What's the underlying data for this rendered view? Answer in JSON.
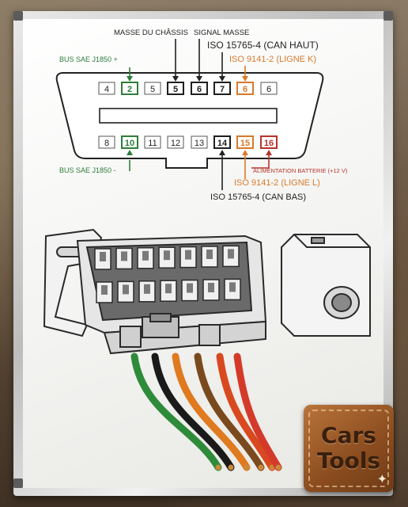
{
  "labels": {
    "masse_chassis": "MASSE DU CHÂSSIS",
    "signal_masse": "SIGNAL MASSE",
    "iso_can_haut": "ISO 15765-4 (CAN HAUT)",
    "iso_ligne_k": "ISO 9141-2 (LIGNE K)",
    "bus_j1850_plus": "BUS SAE J1850 +",
    "bus_j1850_minus": "BUS SAE J1850 -",
    "alimentation": "ALIMENTATION BATTERIE (+12 V)",
    "iso_ligne_l": "ISO 9141-2 (LIGNE L)",
    "iso_can_bas": "ISO 15765-4 (CAN BAS)"
  },
  "top_pins": [
    {
      "num": "4",
      "style": "plain"
    },
    {
      "num": "2",
      "style": "green"
    },
    {
      "num": "5",
      "style": "plain"
    },
    {
      "num": "5",
      "style": "bold"
    },
    {
      "num": "6",
      "style": "bold"
    },
    {
      "num": "7",
      "style": "bold"
    },
    {
      "num": "6",
      "style": "orange"
    },
    {
      "num": "6",
      "style": "plain"
    }
  ],
  "bottom_pins": [
    {
      "num": "8",
      "style": "plain"
    },
    {
      "num": "10",
      "style": "green"
    },
    {
      "num": "11",
      "style": "plain"
    },
    {
      "num": "12",
      "style": "plain"
    },
    {
      "num": "13",
      "style": "plain"
    },
    {
      "num": "14",
      "style": "bold"
    },
    {
      "num": "15",
      "style": "orange"
    },
    {
      "num": "16",
      "style": "red"
    }
  ],
  "wire_colors": [
    "#2e8b3a",
    "#1a1a1a",
    "#e07a1f",
    "#7a4a1e",
    "#d9491f",
    "#d43a2a"
  ],
  "colors": {
    "green": "#2e7d3a",
    "orange": "#d97a2b",
    "red": "#b8332b",
    "dark": "#1e1e1e"
  },
  "brand": {
    "line1": "Cars",
    "line2": "Tools"
  }
}
